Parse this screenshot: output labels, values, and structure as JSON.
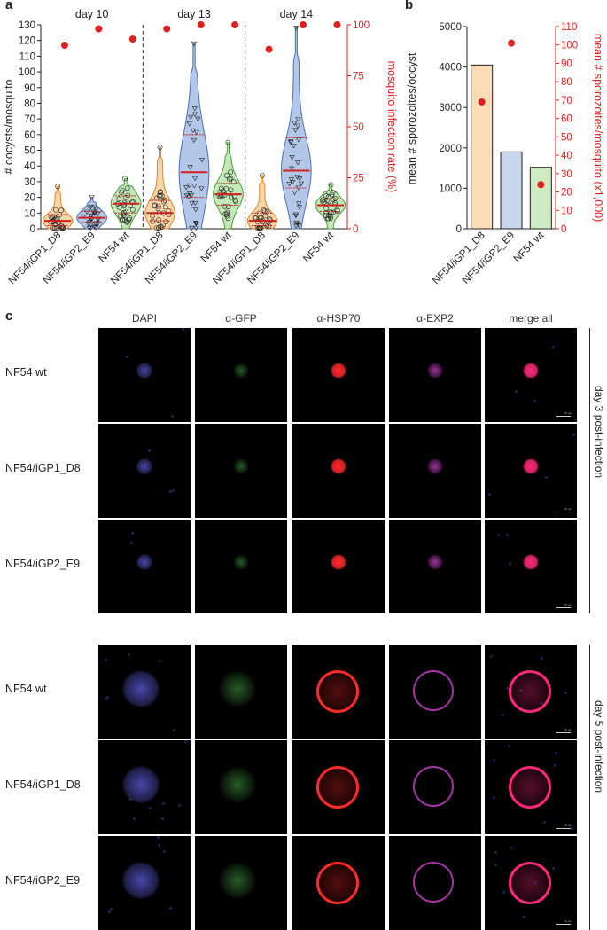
{
  "panel_labels": {
    "a": "a",
    "b": "b",
    "c": "c"
  },
  "chart_data": [
    {
      "type": "violin",
      "panel": "a",
      "ylabel": "# oocysts/mosquito",
      "y2label": "mosquito infection rate (%)",
      "ylim": [
        0,
        130
      ],
      "y2lim": [
        0,
        100
      ],
      "yticks": [
        0,
        10,
        20,
        30,
        40,
        50,
        60,
        70,
        80,
        90,
        100,
        110,
        120,
        130
      ],
      "y2ticks": [
        0,
        25,
        50,
        75,
        100
      ],
      "groups": [
        "day 10",
        "day 13",
        "day 14"
      ],
      "categories": [
        "NF54/iGP1_D8",
        "NF54/iGP2_E9",
        "NF54 wt",
        "NF54/iGP1_D8",
        "NF54/iGP2_E9",
        "NF54 wt",
        "NF54/iGP1_D8",
        "NF54/iGP2_E9",
        "NF54 wt"
      ],
      "violin_colors": [
        "#f7d7a8",
        "#b3c8e8",
        "#c4e8b7",
        "#f7d7a8",
        "#b3c8e8",
        "#c4e8b7",
        "#f7d7a8",
        "#b3c8e8",
        "#c4e8b7"
      ],
      "violin_edge_colors": [
        "#e0822c",
        "#4a6fb5",
        "#4a9b3d",
        "#e0822c",
        "#4a6fb5",
        "#4a9b3d",
        "#e0822c",
        "#4a6fb5",
        "#4a9b3d"
      ],
      "median": [
        5,
        7,
        16,
        10,
        36,
        22,
        5,
        37,
        15
      ],
      "quartile_low": [
        2,
        4,
        10,
        5,
        20,
        15,
        2,
        26,
        11
      ],
      "quartile_high": [
        9,
        11,
        21,
        18,
        60,
        29,
        10,
        58,
        19
      ],
      "max_value": [
        27,
        20,
        32,
        52,
        118,
        55,
        34,
        128,
        28
      ],
      "infection_rate_percent": [
        90,
        98,
        93,
        98,
        100,
        100,
        88,
        100,
        100
      ]
    },
    {
      "type": "bar",
      "panel": "b",
      "categories": [
        "NF54/iGP1_D8",
        "NF54/iGP2_E9",
        "NF54 wt"
      ],
      "values": [
        4050,
        1900,
        1520
      ],
      "colors": [
        "#fbdcb8",
        "#c9d5ec",
        "#cfebc4"
      ],
      "ylabel": "mean # sporozoites/oocyst",
      "ylim": [
        0,
        5000
      ],
      "yticks": [
        0,
        1000,
        2000,
        3000,
        4000,
        5000
      ],
      "y2label": "mean # sporozoites/mosquito (x1,000)",
      "y2lim": [
        0,
        110
      ],
      "y2ticks": [
        0,
        10,
        20,
        30,
        40,
        50,
        60,
        70,
        80,
        90,
        100,
        110
      ],
      "sporozoites_per_mosquito_x1000": [
        69,
        101,
        24
      ]
    }
  ],
  "panel_c": {
    "columns": [
      "DAPI",
      "α-GFP",
      "α-HSP70",
      "α-EXP2",
      "merge all"
    ],
    "rows": [
      "NF54 wt",
      "NF54/iGP1_D8",
      "NF54/iGP2_E9",
      "NF54 wt",
      "NF54/iGP1_D8",
      "NF54/iGP2_E9"
    ],
    "side_labels": [
      "day 3 post-infection",
      "day 5 post-infection"
    ],
    "channel_colors": [
      "#5a5ad6",
      "#3c8a3c",
      "#ff2a2a",
      "#c040c0",
      "#ff2a7a"
    ],
    "scale_bar": "10 µm"
  }
}
